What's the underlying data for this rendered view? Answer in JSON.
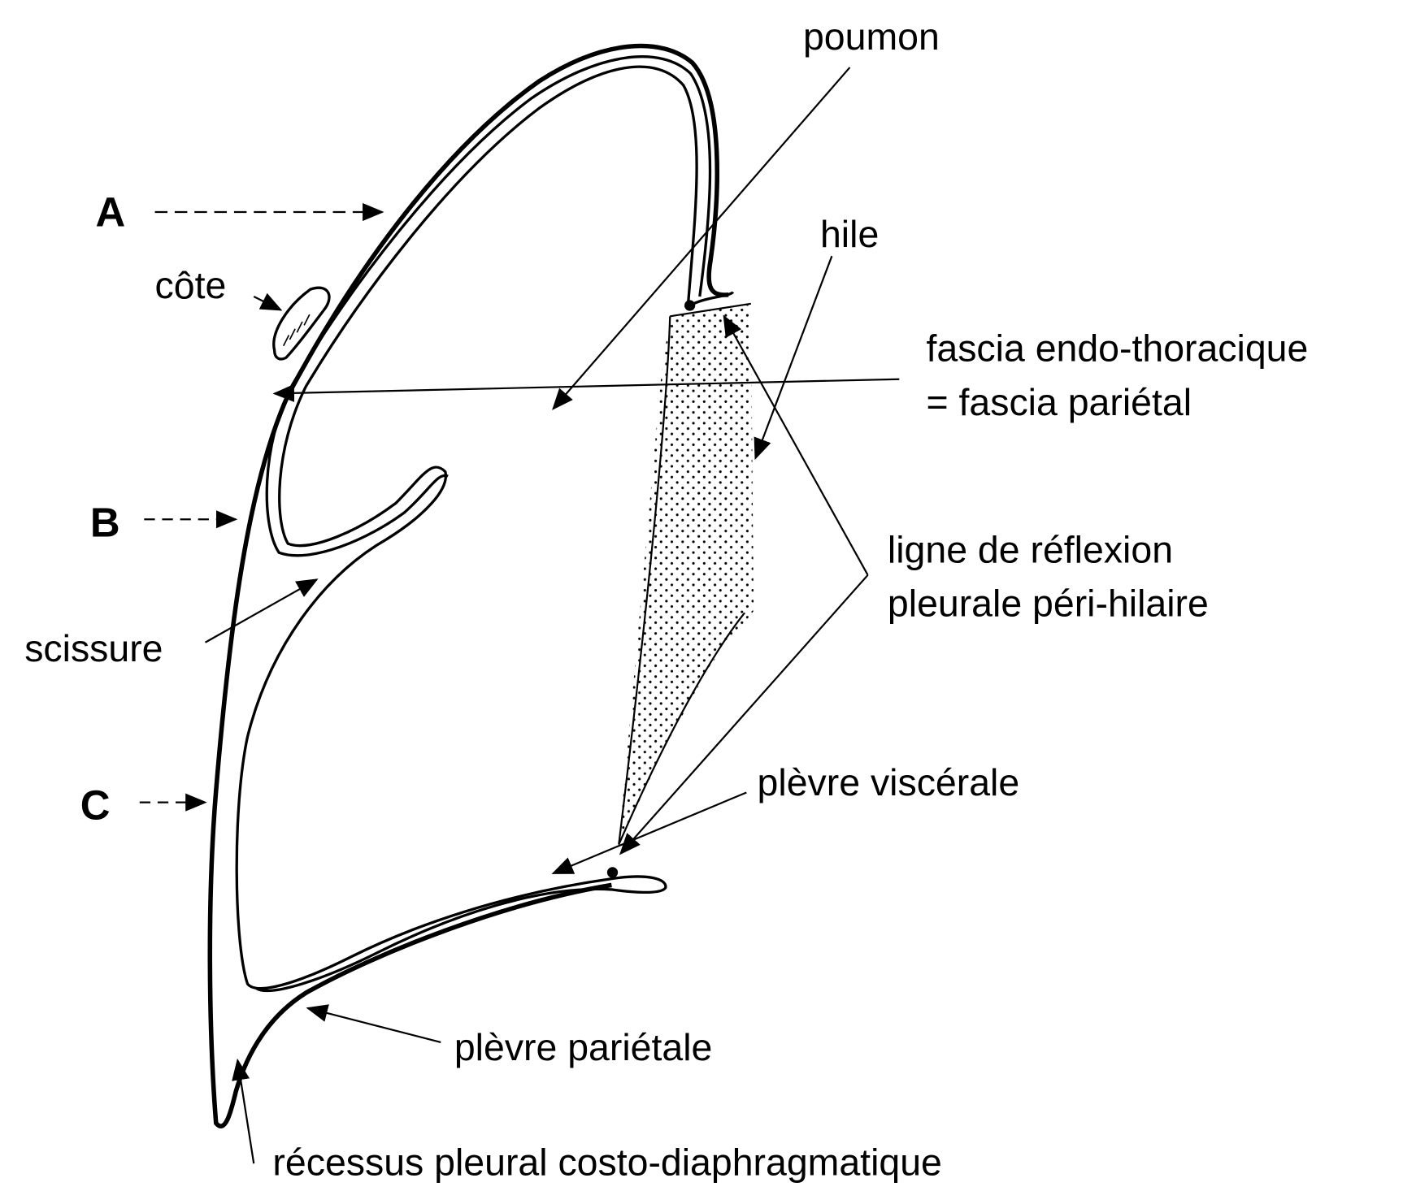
{
  "title": "Plèvre et poumon - coupe",
  "letters": {
    "a": "A",
    "b": "B",
    "c": "C"
  },
  "labels": {
    "poumon": "poumon",
    "hile": "hile",
    "cote": "côte",
    "fascia_line1": "fascia endo-thoracique",
    "fascia_line2": "= fascia pariétal",
    "ligne_line1": "ligne de réflexion",
    "ligne_line2": "pleurale péri-hilaire",
    "scissure": "scissure",
    "plevre_viscerale": "plèvre viscérale",
    "plevre_parietale": "plèvre pariétale",
    "recessus": "récessus pleural costo-diaphragmatique"
  }
}
